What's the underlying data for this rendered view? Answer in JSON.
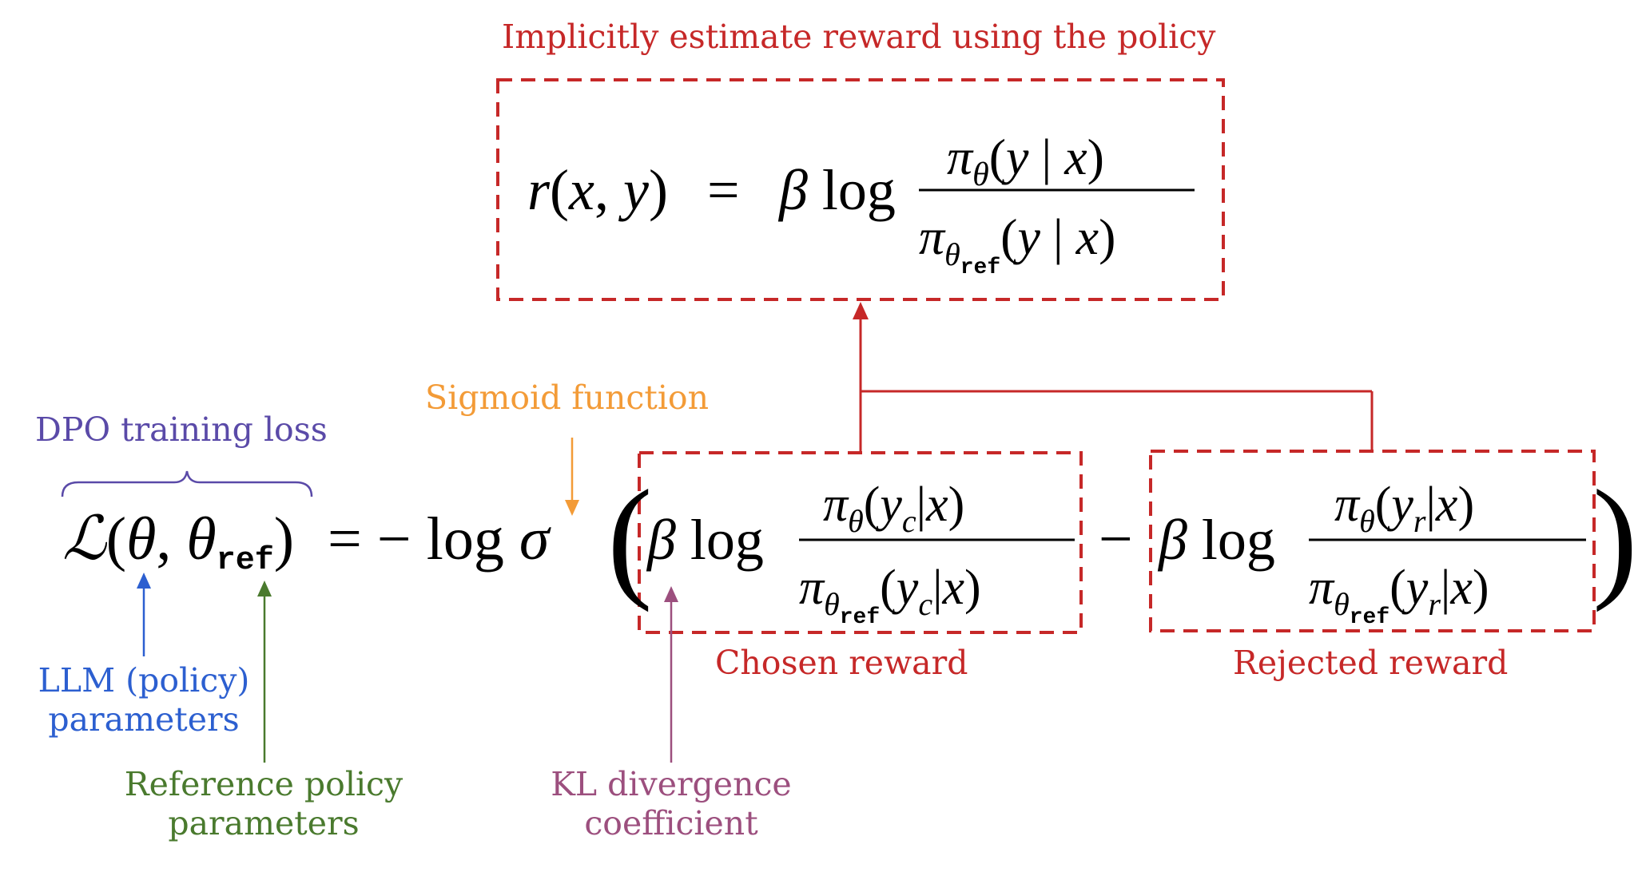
{
  "annotations": {
    "reward_title": "Implicitly estimate reward using the policy",
    "sigmoid": "Sigmoid function",
    "dpo_loss": "DPO training loss",
    "policy_params": [
      "LLM (policy)",
      "parameters"
    ],
    "ref_params": [
      "Reference policy",
      "parameters"
    ],
    "kl_coef": [
      "KL divergence",
      "coefficient"
    ],
    "chosen_reward": "Chosen reward",
    "rejected_reward": "Rejected reward"
  },
  "colors": {
    "red": "#c62828",
    "orange": "#f39b37",
    "purple": "#5a4aa8",
    "blue": "#2c5fd0",
    "green": "#4a7a2e",
    "mauve": "#9c4f7e"
  },
  "equations": {
    "reward": {
      "lhs": "r(x, y) =",
      "beta_log": "β log",
      "numerator": "πθ(y | x)",
      "denominator": "πθref(y | x)"
    },
    "loss": {
      "lhs": "ℒ(θ, θref)",
      "rhs_prefix": "= − log σ",
      "chosen_numerator": "πθ(yc|x)",
      "chosen_denominator": "πθref(yc|x)",
      "rejected_numerator": "πθ(yr|x)",
      "rejected_denominator": "πθref(yr|x)"
    }
  }
}
